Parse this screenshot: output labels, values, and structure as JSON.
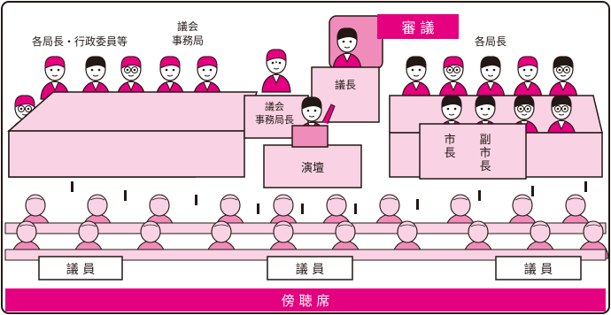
{
  "labels": {
    "deliberation": "審 議",
    "executives": "各局長・行政委員等",
    "secretariat_top_line1": "議会",
    "secretariat_top_line2": "事務局",
    "bureau_chiefs": "各局長",
    "chairman": "議長",
    "secretariat_chief_line1": "議会",
    "secretariat_chief_line2": "事務局長",
    "podium": "演壇",
    "mayor": "市長",
    "vice_mayor": "副市長",
    "member_left": "議 員",
    "member_center": "議 員",
    "member_right": "議 員",
    "gallery": "傍 聴 席"
  },
  "colors": {
    "magenta": "#e5007f",
    "pink_light": "#f9d3e4",
    "pink_mid": "#f08cb9",
    "outline": "#231815",
    "skin": "#ffffff"
  }
}
